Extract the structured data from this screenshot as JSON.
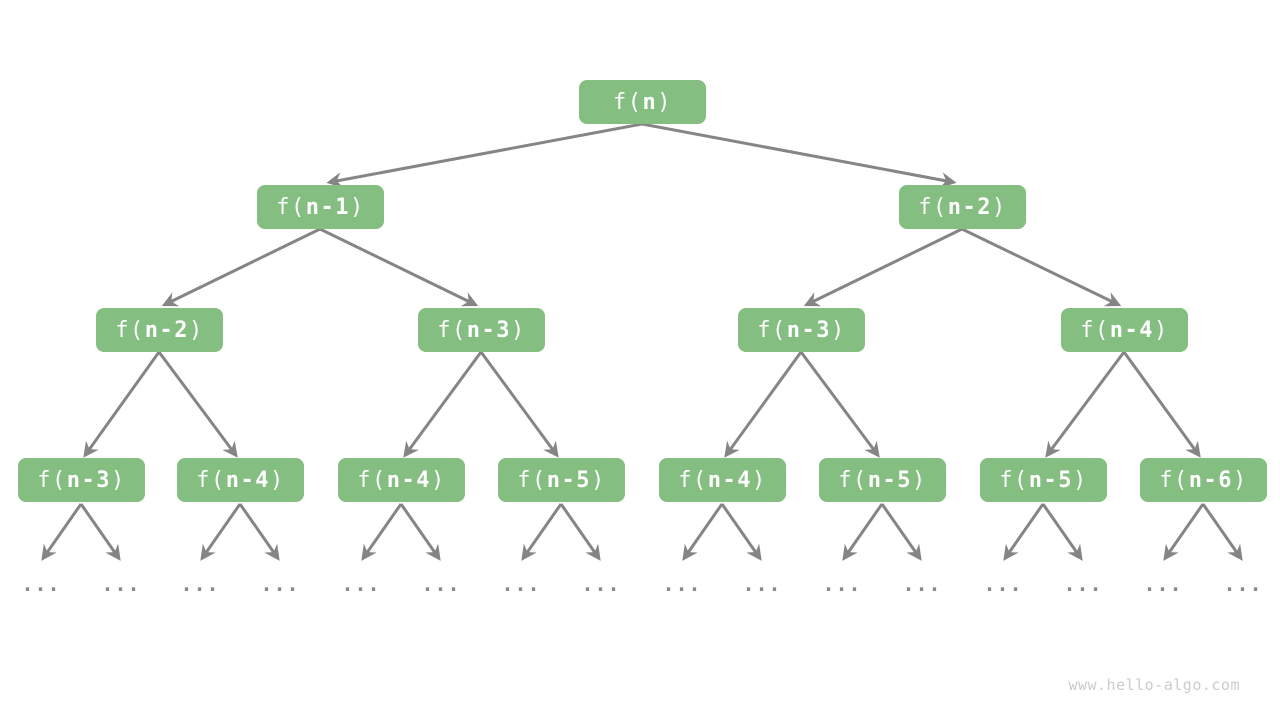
{
  "palette": {
    "node_fill": "#84BE80",
    "node_text": "#FFFFFF",
    "arrow": "#858585",
    "ellipsis_text": "#8A8A8A",
    "watermark_text": "#CBCBCB",
    "background": "#FFFFFF"
  },
  "watermark": "www.hello-algo.com",
  "ellipsis": "...",
  "tree": {
    "root": {
      "prefix": "f(",
      "arg": "n",
      "suffix": ")"
    },
    "level1": [
      {
        "prefix": "f(",
        "arg": "n-1",
        "suffix": ")"
      },
      {
        "prefix": "f(",
        "arg": "n-2",
        "suffix": ")"
      }
    ],
    "level2": [
      {
        "prefix": "f(",
        "arg": "n-2",
        "suffix": ")"
      },
      {
        "prefix": "f(",
        "arg": "n-3",
        "suffix": ")"
      },
      {
        "prefix": "f(",
        "arg": "n-3",
        "suffix": ")"
      },
      {
        "prefix": "f(",
        "arg": "n-4",
        "suffix": ")"
      }
    ],
    "level3": [
      {
        "prefix": "f(",
        "arg": "n-3",
        "suffix": ")"
      },
      {
        "prefix": "f(",
        "arg": "n-4",
        "suffix": ")"
      },
      {
        "prefix": "f(",
        "arg": "n-4",
        "suffix": ")"
      },
      {
        "prefix": "f(",
        "arg": "n-5",
        "suffix": ")"
      },
      {
        "prefix": "f(",
        "arg": "n-4",
        "suffix": ")"
      },
      {
        "prefix": "f(",
        "arg": "n-5",
        "suffix": ")"
      },
      {
        "prefix": "f(",
        "arg": "n-5",
        "suffix": ")"
      },
      {
        "prefix": "f(",
        "arg": "n-6",
        "suffix": ")"
      }
    ]
  }
}
